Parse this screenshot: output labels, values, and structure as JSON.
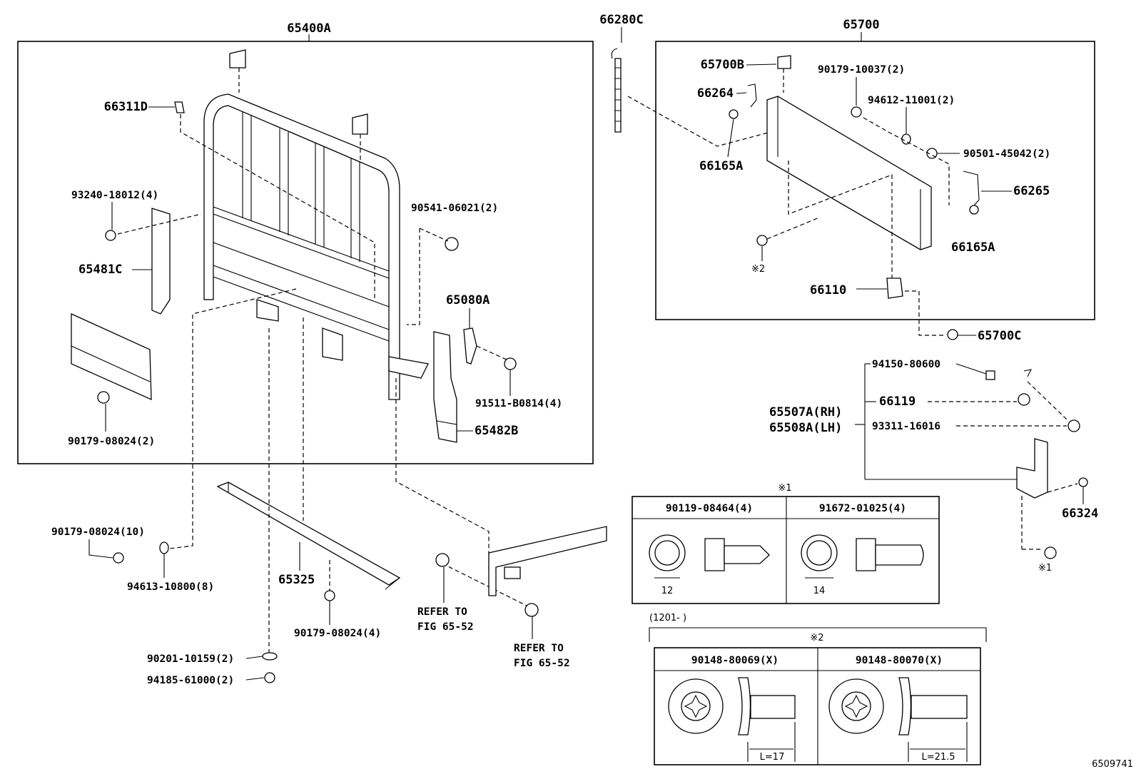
{
  "figure_id": "6509741",
  "groups": {
    "left_assembly": "65400A",
    "right_assembly": "65700"
  },
  "labels": {
    "p66280C": "66280C",
    "p66311D": "66311D",
    "p93240": "93240-18012(4)",
    "p65481C": "65481C",
    "p90179_08024_2": "90179-08024(2)",
    "p90541": "90541-06021(2)",
    "p65080A": "65080A",
    "p91511": "91511-B0814(4)",
    "p65482B": "65482B",
    "p90179_08024_10": "90179-08024(10)",
    "p94613": "94613-10800(8)",
    "p65325": "65325",
    "p90179_08024_4": "90179-08024(4)",
    "p90201": "90201-10159(2)",
    "p94185": "94185-61000(2)",
    "refer1_l1": "REFER TO",
    "refer1_l2": "FIG 65-52",
    "refer2_l1": "REFER TO",
    "refer2_l2": "FIG 65-52",
    "p65700B": "65700B",
    "p66264": "66264",
    "p66165A_1": "66165A",
    "p90179_10037": "90179-10037(2)",
    "p94612": "94612-11001(2)",
    "p90501": "90501-45042(2)",
    "p66265": "66265",
    "p66165A_2": "66165A",
    "mark2_a": "※2",
    "p66110": "66110",
    "p65700C": "65700C",
    "p94150": "94150-80600",
    "p66119": "66119",
    "p65507A": "65507A(RH)",
    "p65508A": "65508A(LH)",
    "p93311": "93311-16016",
    "p66324": "66324",
    "mark1_a": "※1"
  },
  "table1": {
    "mark": "※1",
    "col1": "90119-08464(4)",
    "col2": "91672-01025(4)",
    "dim1": "12",
    "dim2": "14"
  },
  "table2": {
    "range": "(1201-      )",
    "mark": "※2",
    "col1": "90148-80069(X)",
    "col2": "90148-80070(X)",
    "dim1": "L=17",
    "dim2": "L=21.5"
  }
}
